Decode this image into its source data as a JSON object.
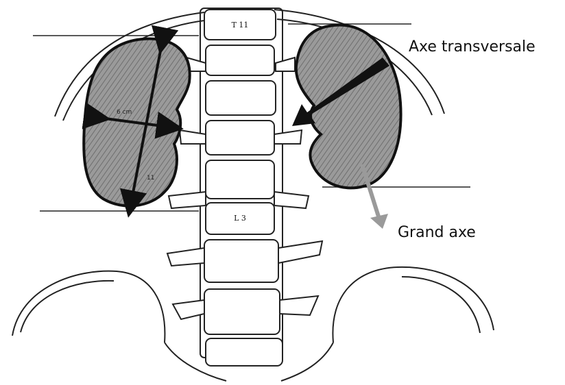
{
  "labels": {
    "axe_transversale": "Axe transversale",
    "grand_axe": "Grand axe",
    "vertebra_top": "T 11",
    "vertebra_mid": "L 3",
    "kidney_width_mark": "6 cm",
    "kidney_length_mark": "11"
  },
  "colors": {
    "line": "#111111",
    "kidney_fill": "#8c8c8c",
    "arrow_grand_axe": "#9a9a9a"
  }
}
